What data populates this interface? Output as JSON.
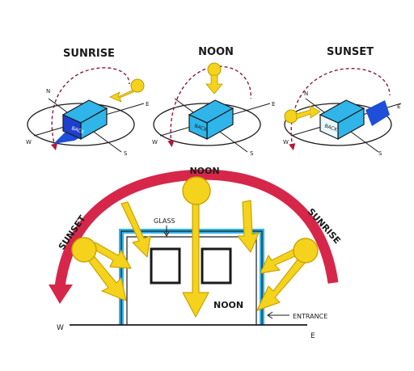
{
  "panels": [
    {
      "title": "SUNRISE",
      "box_label": "BACK",
      "compass": {
        "n": "N",
        "e": "E",
        "s": "S",
        "w": "W"
      }
    },
    {
      "title": "NOON",
      "box_label": "BACK",
      "compass": {
        "n": "",
        "e": "E",
        "s": "S",
        "w": "W"
      }
    },
    {
      "title": "SUNSET",
      "box_label": "BACK",
      "compass": {
        "n": "N",
        "e": "E",
        "s": "S",
        "w": "W"
      }
    }
  ],
  "elevation": {
    "noon_label": "NOON",
    "sunset_label": "SUNSET",
    "sunrise_label": "SUNRISE",
    "glass_label": "GLASS",
    "entrance_label": "ENTRANCE",
    "west_label": "W",
    "east_label": "E"
  },
  "colors": {
    "sun": "#f5d21c",
    "arc": "#d6274a",
    "building": "#2fb5ea",
    "shadow": "#1d4fd8",
    "ink": "#1a1a1a"
  }
}
